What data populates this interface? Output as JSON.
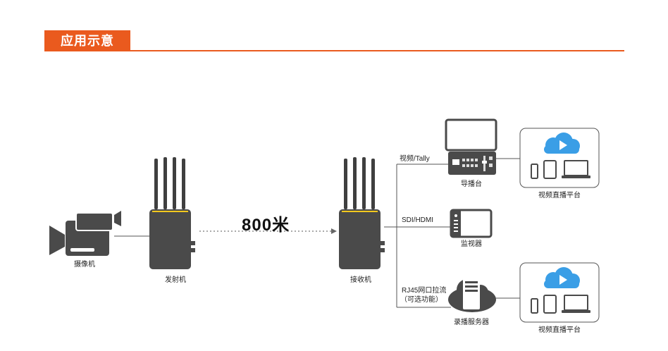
{
  "header": {
    "title": "应用示意"
  },
  "distance": "800米",
  "labels": {
    "camera": "摄像机",
    "transmitter": "发射机",
    "receiver": "接收机",
    "switcher": "导播台",
    "monitor": "监视器",
    "recorder": "录播服务器",
    "platform_top": "视频直播平台",
    "platform_bottom": "视频直播平台"
  },
  "links": {
    "video_tally": "视频/Tally",
    "sdi_hdmi": "SDI/HDMI",
    "rj45_line1": "RJ45网口拉流",
    "rj45_line2": "（可选功能）"
  },
  "colors": {
    "accent": "#ea5a1e",
    "device": "#4a4a4a",
    "antenna": "#3f3f3f",
    "led": "#f2c81e",
    "cloud": "#3a9ee6"
  }
}
